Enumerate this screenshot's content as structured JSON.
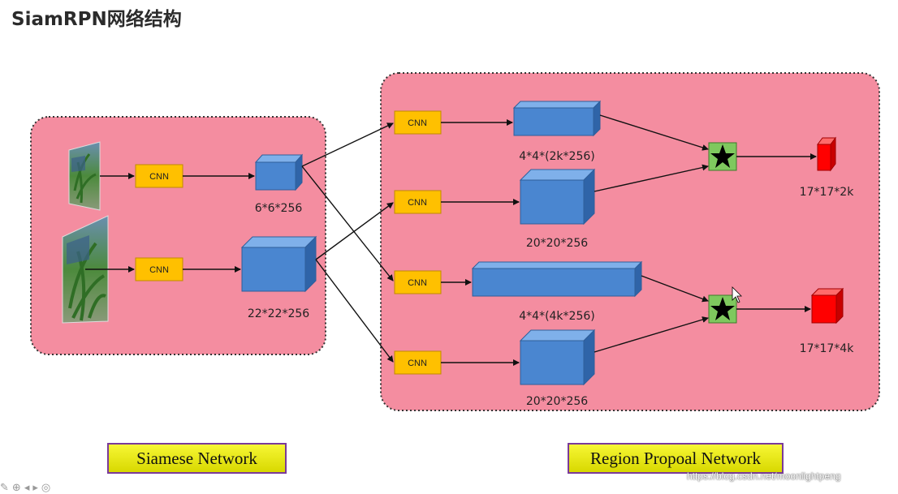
{
  "title": "SiamRPN网络结构",
  "siamese": {
    "cnn_label": "CNN",
    "template_size": "6*6*256",
    "detection_size": "22*22*256"
  },
  "rpn": {
    "cnn_label": "CNN",
    "cls_kernel_size": "4*4*(2k*256)",
    "cls_feature_size": "20*20*256",
    "reg_kernel_size": "4*4*(4k*256)",
    "reg_feature_size": "20*20*256",
    "cls_output": "17*17*2k",
    "reg_output": "17*17*4k"
  },
  "captions": {
    "left": "Siamese Network",
    "right": "Region Propoal Network"
  },
  "watermark": "https://blog.csdn.net/moonlightpeng",
  "colors": {
    "panel": "#f48da0",
    "cnn": "#ffc000",
    "cube": "#4a86d0",
    "star_box": "#7fc85e",
    "output": "#ff0000"
  }
}
